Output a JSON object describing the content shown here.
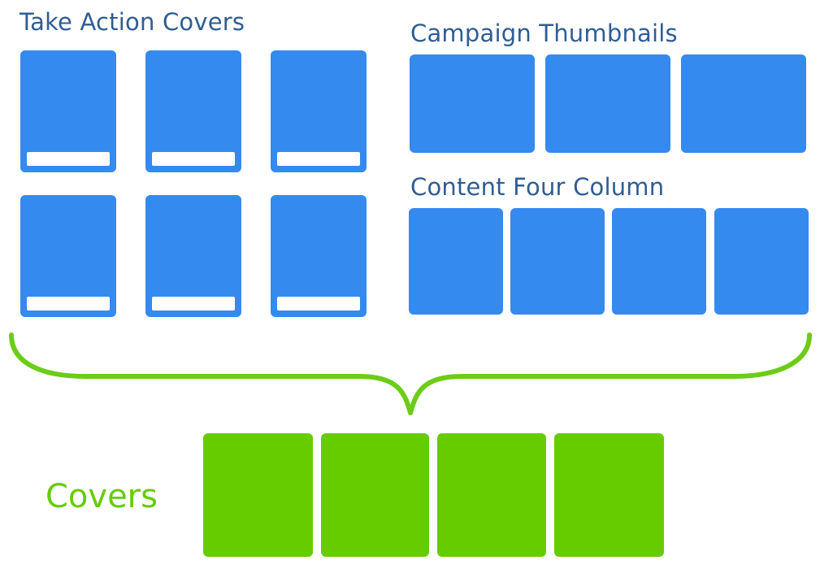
{
  "sections": {
    "take_action_covers": {
      "title": "Take Action Covers"
    },
    "campaign_thumbnails": {
      "title": "Campaign Thumbnails"
    },
    "content_four_column": {
      "title": "Content Four Column"
    },
    "covers": {
      "label": "Covers"
    }
  },
  "colors": {
    "title_text": "#2f5d94",
    "blue_card": "#358aef",
    "green_card": "#66cc00",
    "bar": "#ffffff",
    "brace": "#6ccc17"
  }
}
